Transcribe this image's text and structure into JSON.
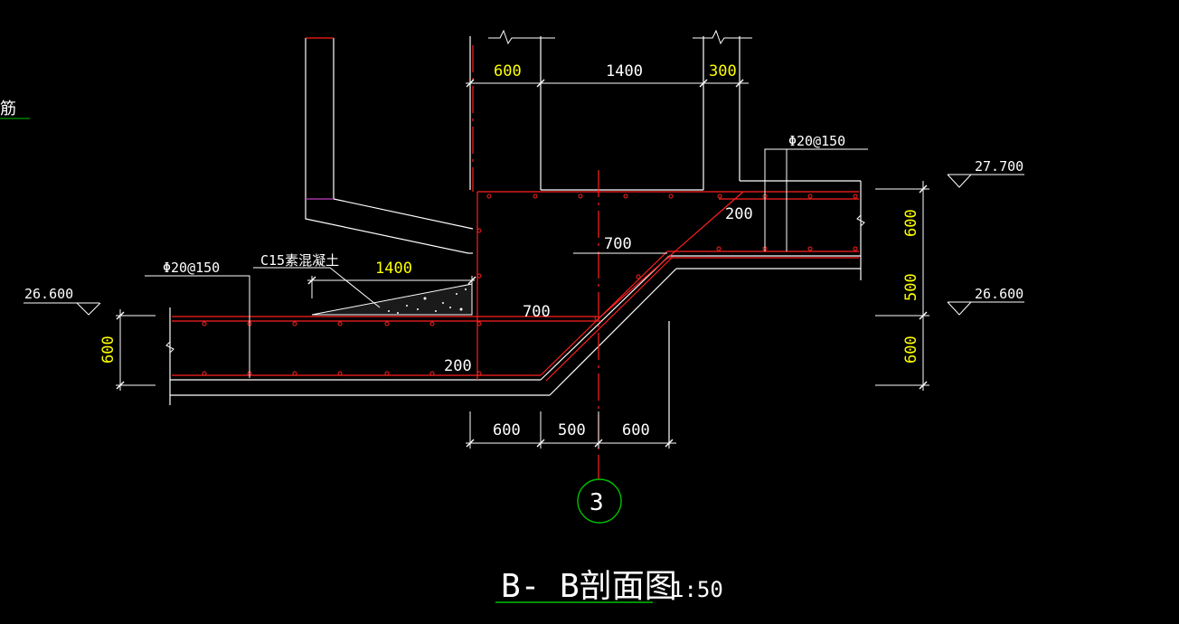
{
  "drawing": {
    "title": "B- B剖面图",
    "scale": "1:50",
    "axis_label": "3",
    "left_fragment": "筋"
  },
  "dimensions": {
    "top": [
      "600",
      "1400",
      "300"
    ],
    "bottom": [
      "600",
      "500",
      "600"
    ],
    "right_vertical": [
      "600",
      "500",
      "600"
    ],
    "left_vertical": "600",
    "fill_width": "1400",
    "lap_upper": "700",
    "lap_lower": "700",
    "haunch_upper": "200",
    "haunch_lower": "200"
  },
  "annotations": {
    "rebar_left": "Φ20@150",
    "rebar_right": "Φ20@150",
    "fill_material": "C15素混凝土"
  },
  "elevations": {
    "left": "26.600",
    "right_top": "27.700",
    "right_bottom": "26.600"
  },
  "colors": {
    "background": "#000000",
    "outline": "#ffffff",
    "rebar": "#ff2020",
    "dimension_text": "#ffff00",
    "axis_circle": "#00c000",
    "title_underline": "#00c000"
  }
}
